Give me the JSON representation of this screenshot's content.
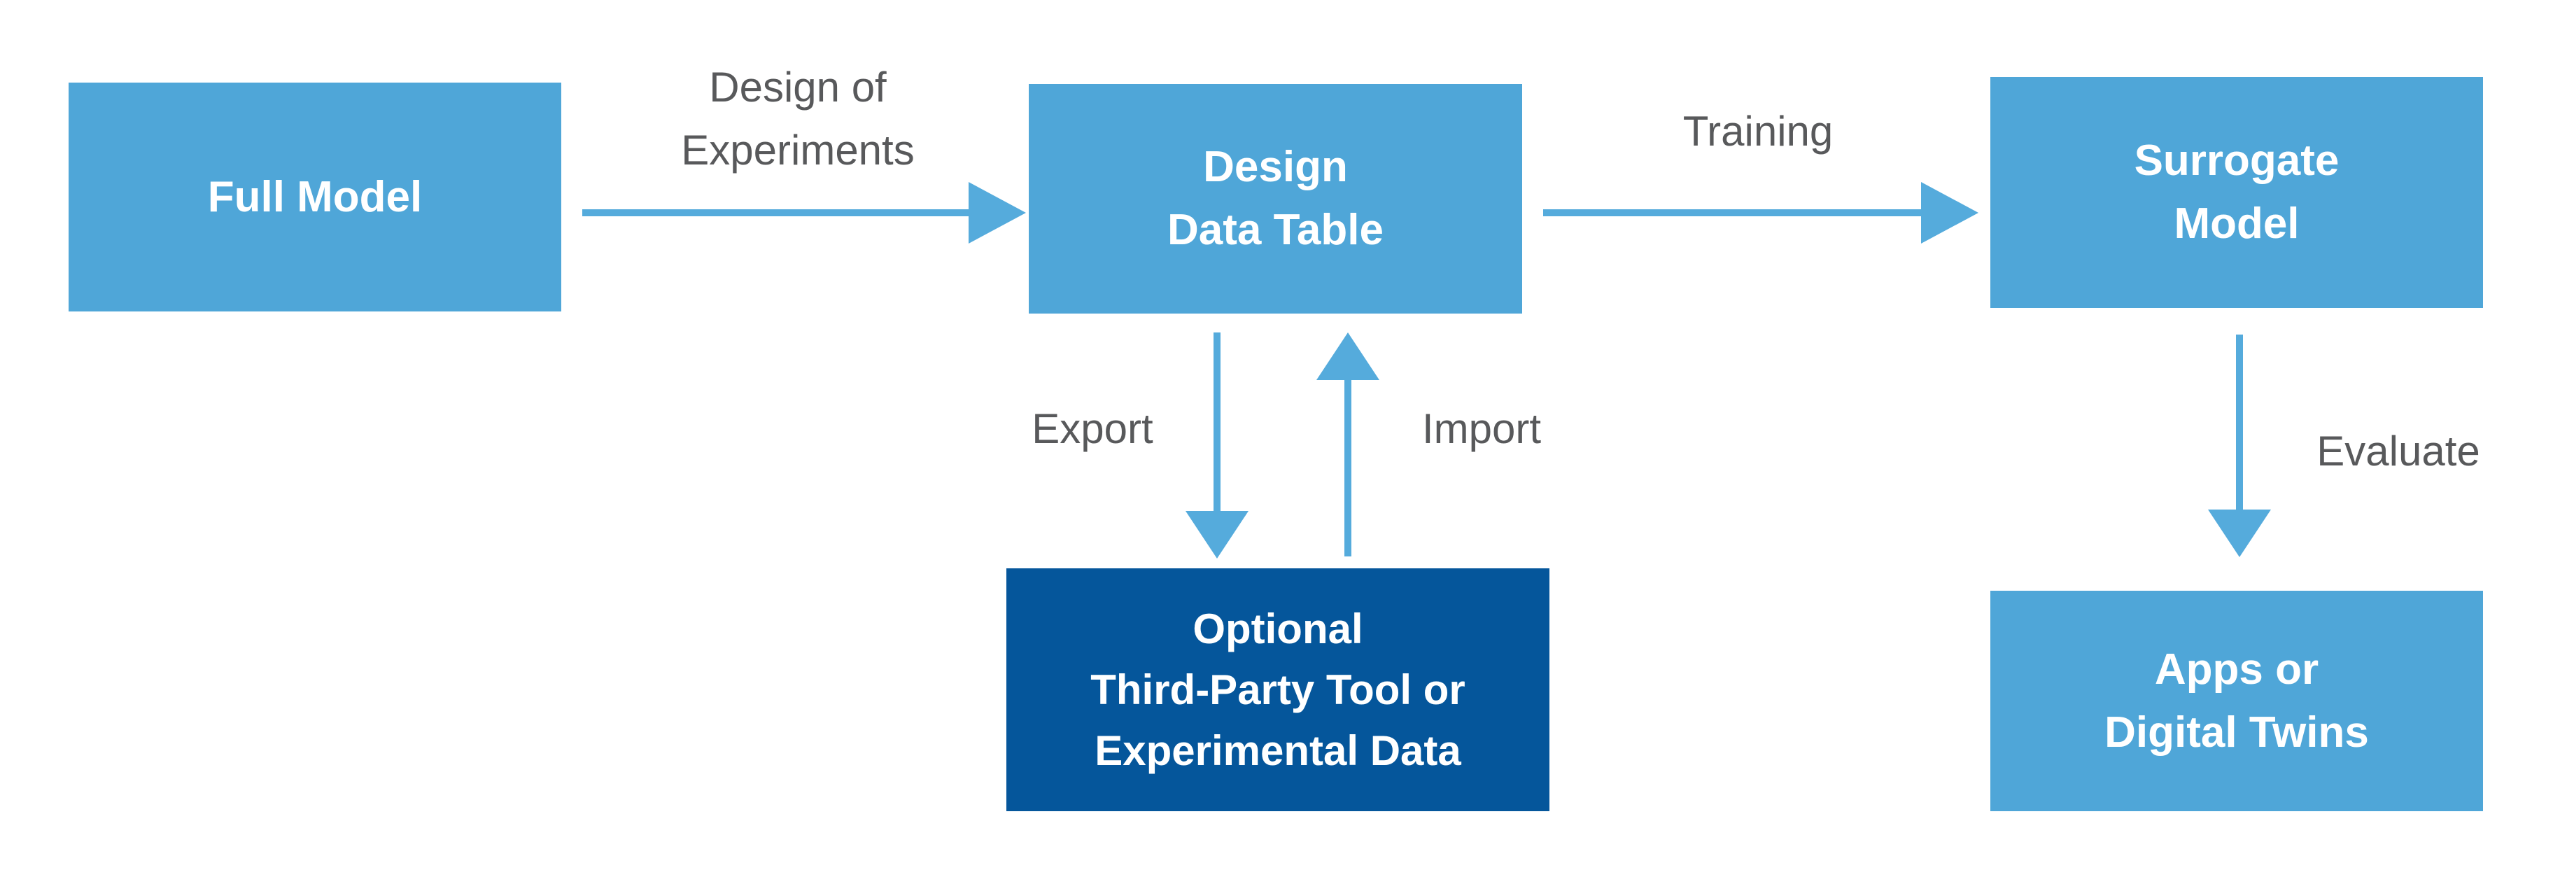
{
  "colors": {
    "box_light": "#4FA6D8",
    "box_dark": "#05569B",
    "arrow": "#55ABDC",
    "label_text": "#58595B",
    "box_text": "#FFFFFF",
    "background": "#FFFFFF"
  },
  "nodes": {
    "full_model": {
      "label": "Full Model"
    },
    "design_data_table": {
      "label": "Design\nData Table"
    },
    "surrogate_model": {
      "label": "Surrogate\nModel"
    },
    "third_party": {
      "label": "Optional\nThird-Party Tool or\nExperimental Data"
    },
    "apps_digital_twins": {
      "label": "Apps or\nDigital Twins"
    }
  },
  "edges": {
    "doe": {
      "label": "Design of\nExperiments"
    },
    "training": {
      "label": "Training"
    },
    "export": {
      "label": "Export"
    },
    "import": {
      "label": "Import"
    },
    "evaluate": {
      "label": "Evaluate"
    }
  }
}
